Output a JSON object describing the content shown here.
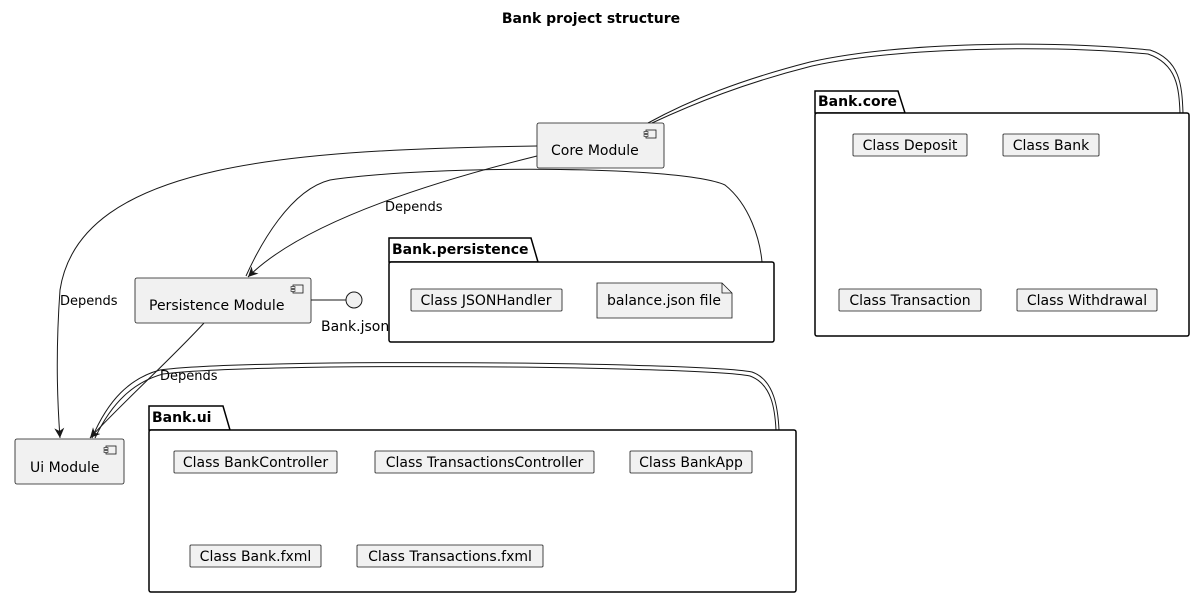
{
  "diagram": {
    "title": "Bank project structure",
    "components": {
      "core": "Core Module",
      "persistence": "Persistence Module",
      "ui": "Ui Module"
    },
    "interface": "Bank.json",
    "edge_labels": {
      "core_to_ui": "Depends",
      "core_to_persistence": "Depends",
      "persistence_to_ui": "Depends"
    },
    "packages": {
      "core": {
        "name": "Bank.core",
        "classes": [
          "Class Deposit",
          "Class Bank",
          "Class Transaction",
          "Class Withdrawal"
        ]
      },
      "persistence": {
        "name": "Bank.persistence",
        "classes": [
          "Class JSONHandler"
        ],
        "file": "balance.json file"
      },
      "ui": {
        "name": "Bank.ui",
        "classes": [
          "Class BankController",
          "Class TransactionsController",
          "Class BankApp",
          "Class Bank.fxml",
          "Class Transactions.fxml"
        ]
      }
    }
  }
}
